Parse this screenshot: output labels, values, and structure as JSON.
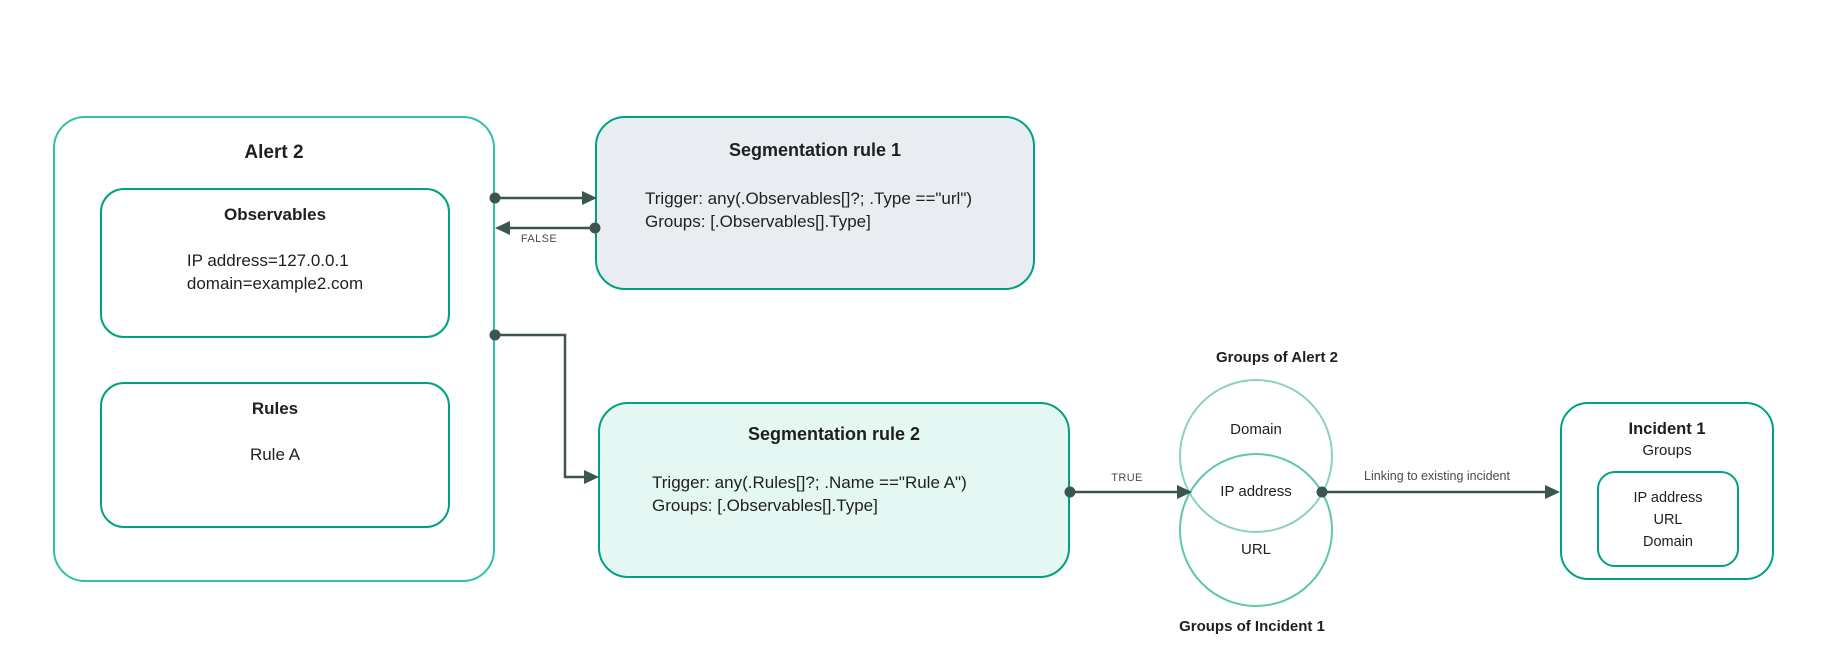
{
  "colors": {
    "bg": "#ffffff",
    "text": "#1f1f1e",
    "label_text": "#454e4b",
    "border_light": "#2ec2a7",
    "border_strong": "#00a183",
    "arrow": "#3b564f",
    "rule1_fill": "#e9edf2",
    "rule2_fill": "#e4f7f2",
    "venn_top_stroke": "#8ad2c2",
    "venn_bottom_stroke": "#5fc6b0"
  },
  "alert2": {
    "title": "Alert 2",
    "observables": {
      "title": "Observables",
      "lines": [
        "IP address=127.0.0.1",
        "domain=example2.com"
      ]
    },
    "rules": {
      "title": "Rules",
      "lines": [
        "Rule A"
      ]
    }
  },
  "segmentation_rule_1": {
    "title": "Segmentation rule 1",
    "trigger": "Trigger: any(.Observables[]?; .Type ==\"url\")",
    "groups": "Groups: [.Observables[].Type]"
  },
  "segmentation_rule_2": {
    "title": "Segmentation rule 2",
    "trigger": "Trigger: any(.Rules[]?; .Name ==\"Rule A\")",
    "groups": "Groups: [.Observables[].Type]"
  },
  "edges": {
    "false_label": "FALSE",
    "true_label": "TRUE",
    "link_label": "Linking to existing incident"
  },
  "venn": {
    "heading_top": "Groups of Alert 2",
    "heading_bottom": "Groups of Incident 1",
    "top_circle_text": "Domain",
    "intersection_text": "IP address",
    "bottom_circle_text": "URL"
  },
  "incident1": {
    "title": "Incident 1",
    "subtitle": "Groups",
    "groups": [
      "IP address",
      "URL",
      "Domain"
    ]
  }
}
